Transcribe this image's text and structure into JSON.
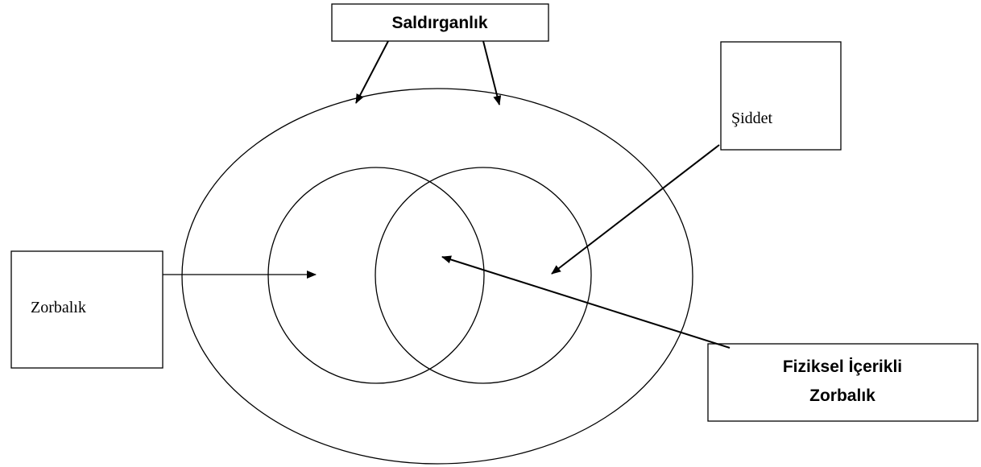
{
  "diagram": {
    "labels": {
      "aggression": "Saldırganlık",
      "violence": "Şiddet",
      "bullying": "Zorbalık",
      "physical_bullying_line1": "Fiziksel İçerikli",
      "physical_bullying_line2": "Zorbalık"
    },
    "colors": {
      "stroke": "#000000",
      "background": "#ffffff"
    }
  }
}
